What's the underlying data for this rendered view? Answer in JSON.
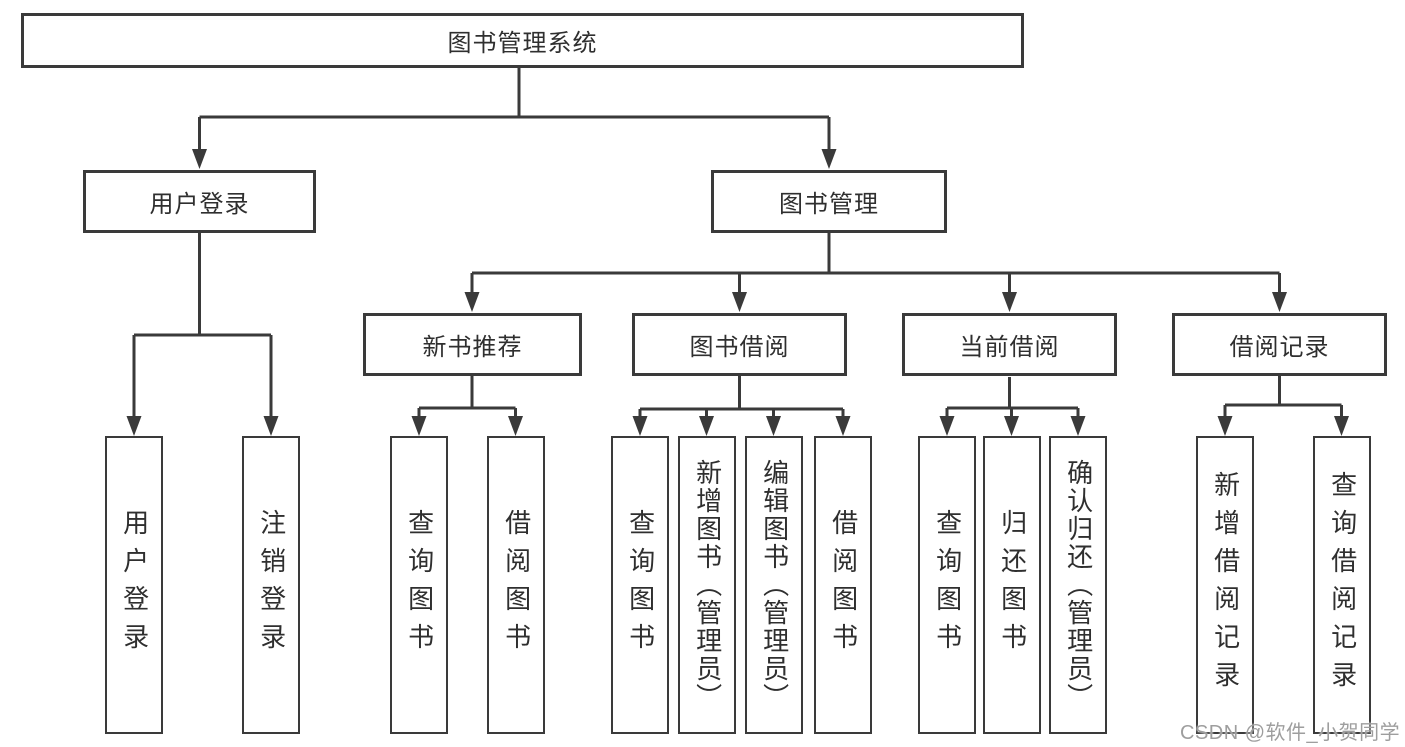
{
  "colors": {
    "background": "#ffffff",
    "line": "#3a3a3a",
    "text": "#2f2f2f",
    "watermark": "#9e9e9e"
  },
  "diagram": {
    "title": "图书管理系统",
    "branches": [
      {
        "label": "用户登录",
        "children": [
          "用户登录",
          "注销登录"
        ]
      },
      {
        "label": "图书管理",
        "groups": [
          {
            "label": "新书推荐",
            "children": [
              "查询图书",
              "借阅图书"
            ]
          },
          {
            "label": "图书借阅",
            "children": [
              "查询图书",
              "新增图书（管理员）",
              "编辑图书（管理员）",
              "借阅图书"
            ]
          },
          {
            "label": "当前借阅",
            "children": [
              "查询图书",
              "归还图书",
              "确认归还（管理员）"
            ]
          },
          {
            "label": "借阅记录",
            "children": [
              "新增借阅记录",
              "查询借阅记录"
            ]
          }
        ]
      }
    ]
  },
  "watermark": {
    "text": "CSDN @软件_小贺同学"
  }
}
